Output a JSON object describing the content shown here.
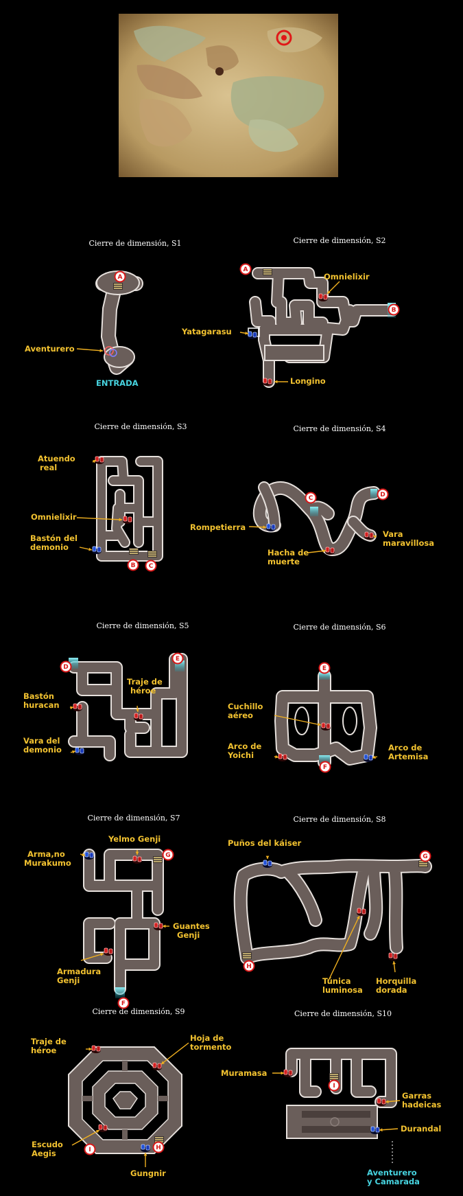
{
  "world_map": {
    "description_icon": "parchment-world-map",
    "highlight_color": "#e01818"
  },
  "colors": {
    "label": "#f2c230",
    "entrance": "#47d4e0",
    "floor": "#6a5e5a",
    "wall": "#e6e0dc",
    "red_chest": "#cc1c1c",
    "blue_chest": "#1c48c8",
    "portal": "#4ad0e0"
  },
  "maps": [
    {
      "title": "Cierre de dimensión, S1",
      "markers": [
        "A"
      ],
      "labels": [
        "Aventurero"
      ],
      "cyan_labels": [
        "ENTRADA"
      ]
    },
    {
      "title": "Cierre de dimensión, S2",
      "markers": [
        "A",
        "B"
      ],
      "labels": [
        "Omnielixir",
        "Yatagarasu",
        "Longino"
      ]
    },
    {
      "title": "Cierre de dimensión, S3",
      "markers": [
        "B",
        "C"
      ],
      "labels": [
        "Atuendo",
        "real",
        "Omnielixir",
        "Bastón del",
        "demonio"
      ]
    },
    {
      "title": "Cierre de dimensión, S4",
      "markers": [
        "C",
        "D"
      ],
      "labels": [
        "Rompetierra",
        "Hacha de",
        "muerte",
        "Vara",
        "maravillosa"
      ]
    },
    {
      "title": "Cierre de dimensión, S5",
      "markers": [
        "D",
        "E"
      ],
      "labels": [
        "Bastón",
        "huracan",
        "Traje de",
        "héroe",
        "Vara del",
        "demonio"
      ]
    },
    {
      "title": "Cierre de dimensión, S6",
      "markers": [
        "E",
        "F"
      ],
      "labels": [
        "Cuchillo",
        "aéreo",
        "Arco de",
        "Yoichi",
        "Arco de",
        "Artemisa"
      ]
    },
    {
      "title": "Cierre de dimensión, S7",
      "markers": [
        "G",
        "F"
      ],
      "labels": [
        "Arma,no",
        "Murakumo",
        "Yelmo Genji",
        "Guantes",
        "Genji",
        "Armadura",
        "Genji"
      ]
    },
    {
      "title": "Cierre de dimensión, S8",
      "markers": [
        "G",
        "H"
      ],
      "labels": [
        "Puños del káiser",
        "Túnica",
        "luminosa",
        "Horquilla",
        "dorada"
      ]
    },
    {
      "title": "Cierre de dimensión, S9",
      "markers": [
        "H",
        "I"
      ],
      "labels": [
        "Traje de",
        "héroe",
        "Hoja de",
        "tormento",
        "Escudo",
        "Aegis",
        "Gungnir"
      ]
    },
    {
      "title": "Cierre de dimensión, S10",
      "markers": [
        "I"
      ],
      "labels": [
        "Muramasa",
        "Garras",
        "hadeicas",
        "Durandal"
      ],
      "cyan_labels": [
        "Aventurero",
        "y Camarada"
      ]
    }
  ]
}
